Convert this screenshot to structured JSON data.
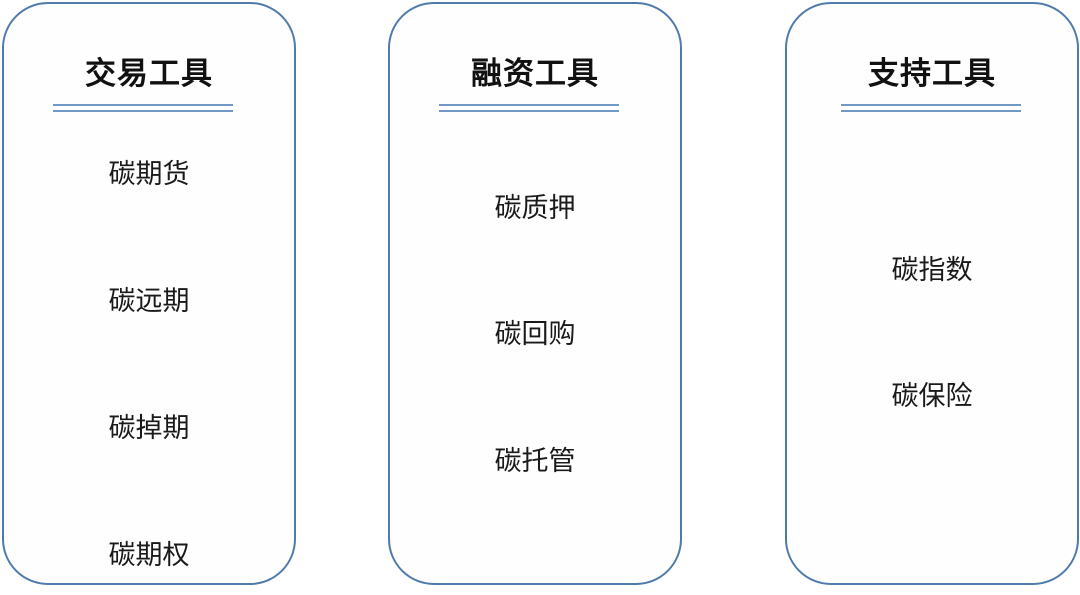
{
  "diagram": {
    "colors": {
      "border": "#4f7bab",
      "divider": "#7199c4",
      "text": "#1a1a1a"
    },
    "columns": [
      {
        "title": "交易工具",
        "items": [
          "碳期货",
          "碳远期",
          "碳掉期",
          "碳期权"
        ]
      },
      {
        "title": "融资工具",
        "items": [
          "碳质押",
          "碳回购",
          "碳托管"
        ]
      },
      {
        "title": "支持工具",
        "items": [
          "碳指数",
          "碳保险"
        ]
      }
    ]
  }
}
